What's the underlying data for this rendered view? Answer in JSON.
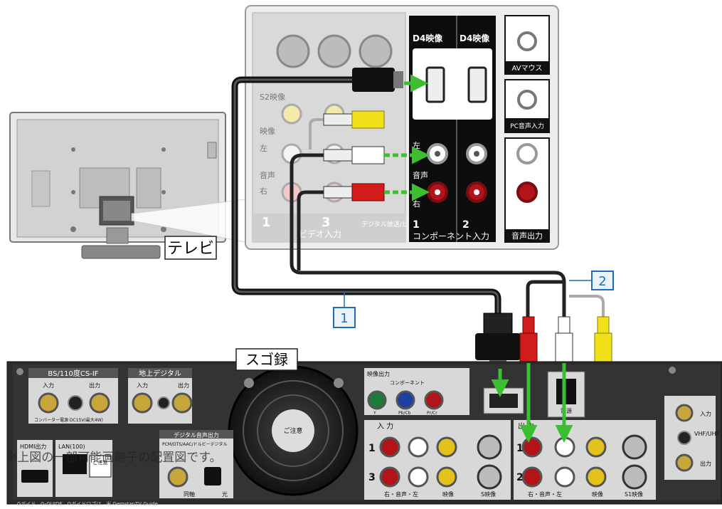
{
  "labels": {
    "tv": "テレビ",
    "recorder": "スゴ録",
    "cable1": "1",
    "cable2": "2",
    "footnote": "※上図の一部可能画端子の配置図です。"
  },
  "tv_panel": {
    "d4_a": "D4映像",
    "d4_b": "D4映像",
    "avmouse": "AVマウス",
    "pc_audio": "PC音声入力",
    "left": "左",
    "audio": "音声",
    "right": "右",
    "video": "映像",
    "s_video": "S2映像",
    "n1": "1",
    "n2": "2",
    "n3": "3",
    "video_input": "ビデオ入力",
    "digital_out": "デジタル放送/ビデオ出力",
    "component_input": "コンポーネント入力",
    "audio_output": "音声出力"
  },
  "recorder_panel": {
    "bs_cs": "BS/110度CS-IF",
    "bs_in": "入力",
    "bs_out": "出力",
    "converter": "コンバーター電源 DC15V(最大4W)",
    "terrestrial": "地上デジタル",
    "ter_in": "入力",
    "ter_out": "出力",
    "fan_notice": "ご注意",
    "video_output": "映像出力",
    "component": "コンポーネント",
    "y": "Y",
    "pb": "Pb/Cb",
    "pr": "Pr/Cr",
    "digital_audio_out": "デジタル音声出力",
    "pcm": "PCM/DTS/AAC/ドルビーデジタル",
    "coaxial": "同軸",
    "optical": "光",
    "hdmi": "HDMI出力",
    "lan": "LAN(100)",
    "lan_notice": "ご注意",
    "input": "入 力",
    "output": "出 力",
    "n1": "1",
    "n2": "2",
    "n3": "3",
    "n1b": "1",
    "n2b": "2",
    "audio_lr": "右・音声・左",
    "video": "映像",
    "s_video": "S映像",
    "s1_video": "S1映像",
    "rf_in": "入力",
    "vhf_uhf": "VHF/UHF",
    "rf_out": "出力",
    "power": "電源",
    "bottom_note": "Gガイド、G-GUIDE、Gガイドロゴは、米 Gemstar-TV Guide"
  }
}
